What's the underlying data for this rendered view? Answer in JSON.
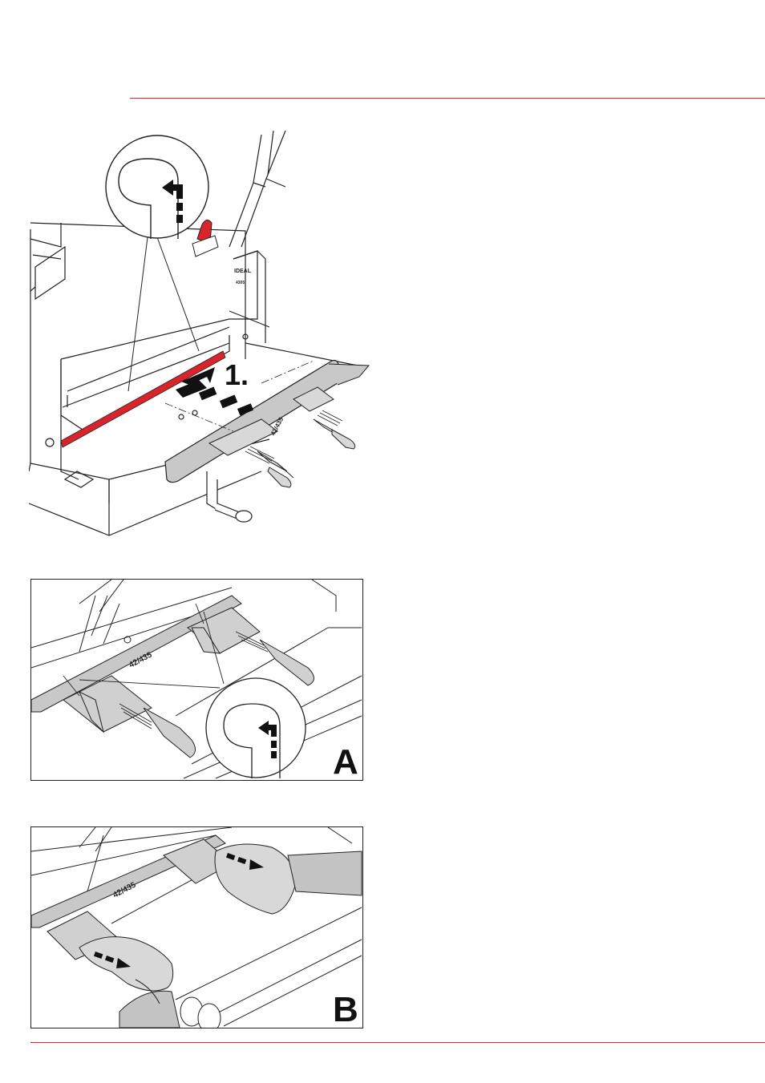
{
  "figure_main": {
    "step_label": "1.",
    "gauge_label": "42/435",
    "brand_label": "IDEAL",
    "model_label": "4305"
  },
  "figure_a": {
    "panel_letter": "A",
    "gauge_label": "42/435"
  },
  "figure_b": {
    "panel_letter": "B",
    "gauge_label": "42/435"
  },
  "colors": {
    "accent": "#d9242b",
    "line": "#222222",
    "gray_fill": "#c8c8c8"
  }
}
